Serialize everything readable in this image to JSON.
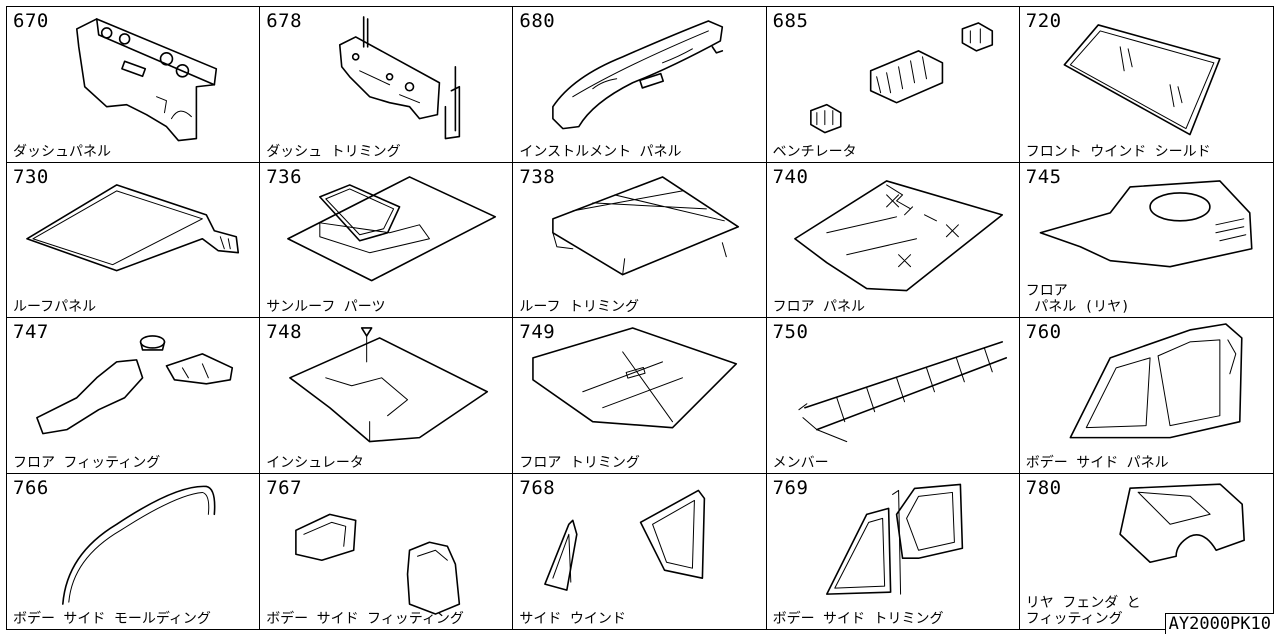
{
  "parts": [
    {
      "number": "670",
      "label": "ダッシュパネル",
      "icon": "dash-panel-icon"
    },
    {
      "number": "678",
      "label": "ダッシュ トリミング",
      "icon": "dash-trimming-icon"
    },
    {
      "number": "680",
      "label": "インストルメント パネル",
      "icon": "instrument-panel-icon"
    },
    {
      "number": "685",
      "label": "ベンチレータ",
      "icon": "ventilator-icon"
    },
    {
      "number": "720",
      "label": "フロント ウインド シールド",
      "icon": "windshield-icon"
    },
    {
      "number": "730",
      "label": "ルーフパネル",
      "icon": "roof-panel-icon"
    },
    {
      "number": "736",
      "label": "サンルーフ パーツ",
      "icon": "sunroof-icon"
    },
    {
      "number": "738",
      "label": "ルーフ トリミング",
      "icon": "roof-trimming-icon"
    },
    {
      "number": "740",
      "label": "フロア パネル",
      "icon": "floor-panel-icon"
    },
    {
      "number": "745",
      "label": "フロア\n パネル (リヤ)",
      "icon": "rear-floor-panel-icon"
    },
    {
      "number": "747",
      "label": "フロア フィッティング",
      "icon": "floor-fitting-icon"
    },
    {
      "number": "748",
      "label": "インシュレータ",
      "icon": "insulator-icon"
    },
    {
      "number": "749",
      "label": "フロア トリミング",
      "icon": "floor-trimming-icon"
    },
    {
      "number": "750",
      "label": "メンバー",
      "icon": "member-frame-icon"
    },
    {
      "number": "760",
      "label": "ボデー サイド パネル",
      "icon": "body-side-panel-icon"
    },
    {
      "number": "766",
      "label": "ボデー サイド モールディング",
      "icon": "side-molding-icon"
    },
    {
      "number": "767",
      "label": "ボデー サイド フィッティング",
      "icon": "side-fitting-icon"
    },
    {
      "number": "768",
      "label": "サイド ウインド",
      "icon": "side-window-icon"
    },
    {
      "number": "769",
      "label": "ボデー サイド トリミング",
      "icon": "side-trimming-icon"
    },
    {
      "number": "780",
      "label": "リヤ フェンダ と\nフィッティング",
      "icon": "rear-fender-icon"
    }
  ],
  "catalog_code": "AY2000PK10"
}
